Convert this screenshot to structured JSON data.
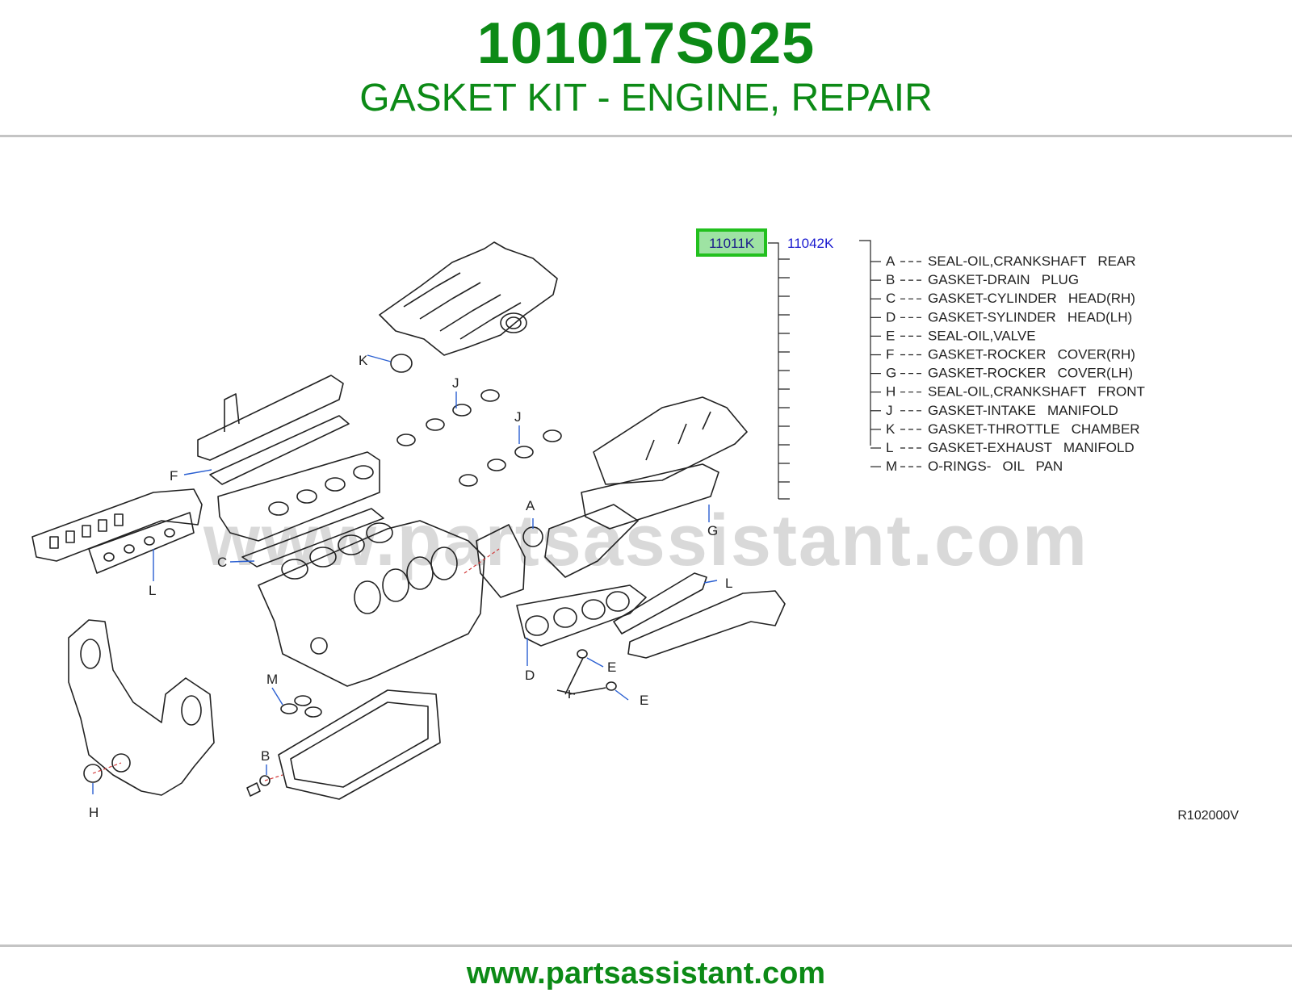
{
  "header": {
    "part_number": "101017S025",
    "part_name": "GASKET KIT - ENGINE, REPAIR"
  },
  "diagram": {
    "highlighted_code": "11011K",
    "alt_code": "11042K",
    "reference": "R102000V",
    "watermark": "www.partsassistant.com",
    "highlight_color": "#22c01e",
    "legend": [
      {
        "letter": "A",
        "desc": "SEAL-OIL,CRANKSHAFT   REAR"
      },
      {
        "letter": "B",
        "desc": "GASKET-DRAIN   PLUG"
      },
      {
        "letter": "C",
        "desc": "GASKET-CYLINDER   HEAD(RH)"
      },
      {
        "letter": "D",
        "desc": "GASKET-SYLINDER   HEAD(LH)"
      },
      {
        "letter": "E",
        "desc": "SEAL-OIL,VALVE"
      },
      {
        "letter": "F",
        "desc": "GASKET-ROCKER   COVER(RH)"
      },
      {
        "letter": "G",
        "desc": "GASKET-ROCKER   COVER(LH)"
      },
      {
        "letter": "H",
        "desc": "SEAL-OIL,CRANKSHAFT   FRONT"
      },
      {
        "letter": "J",
        "desc": "GASKET-INTAKE   MANIFOLD"
      },
      {
        "letter": "K",
        "desc": "GASKET-THROTTLE   CHAMBER"
      },
      {
        "letter": "L",
        "desc": "GASKET-EXHAUST   MANIFOLD"
      },
      {
        "letter": "M",
        "desc": "O-RINGS-   OIL   PAN"
      }
    ],
    "callouts": {
      "k": "K",
      "j1": "J",
      "j2": "J",
      "f": "F",
      "a": "A",
      "g": "G",
      "c": "C",
      "l1": "L",
      "l2": "L",
      "d": "D",
      "e1": "E",
      "e2": "E",
      "m": "M",
      "b": "B",
      "h": "H"
    }
  },
  "footer": {
    "url": "www.partsassistant.com"
  }
}
